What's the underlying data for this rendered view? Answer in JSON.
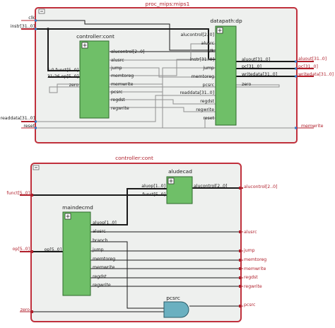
{
  "top": {
    "title": "proc_mips:mips1",
    "inputs": [
      "clk",
      "instr[31..0]",
      "readdata[31..0]",
      "reset"
    ],
    "outputs": [
      "aluout[31..0]",
      "pc[31..0]",
      "writedata[31..0]",
      "memwrite"
    ],
    "controller": {
      "title": "controller:cont",
      "ins": [
        "5:0 funct[5..0]",
        "31:26 op[5..0]",
        "zero"
      ],
      "outs": [
        "alucontrol[2..0]",
        "alusrc",
        "jump",
        "memtoreg",
        "memwrite",
        "pcsrc",
        "regdst",
        "regwrite"
      ]
    },
    "datapath": {
      "title": "datapath:dp",
      "ins": [
        "alucontrol[2..0]",
        "alusrc",
        "clk",
        "instr[31..0]",
        "jump",
        "memtoreg",
        "pcsrc",
        "readdata[31..0]",
        "regdst",
        "regwrite",
        "reset"
      ],
      "outs": [
        "aluout[31..0]",
        "pc[31..0]",
        "writedata[31..0]",
        "zero"
      ]
    }
  },
  "bottom": {
    "title": "controller:cont",
    "inputs": [
      "funct[5..0]",
      "op[5..0]",
      "zero"
    ],
    "outputs": [
      "alucontrol[2..0]",
      "alusrc",
      "jump",
      "memtoreg",
      "memwrite",
      "regdst",
      "regwrite",
      "pcsrc"
    ],
    "aludecad": {
      "title": "aludecad",
      "ins": [
        "aluop[1..0]",
        "funct[5..0]"
      ],
      "outs": [
        "alucontrol[2..0]"
      ]
    },
    "maindecmd": {
      "title": "maindecmd",
      "ins": [
        "op[5..0]"
      ],
      "outs": [
        "aluop[1..0]",
        "alusrc",
        "branch",
        "jump",
        "memtoreg",
        "memwrite",
        "regdst",
        "regwrite"
      ]
    },
    "gate": {
      "title": "pcsrc"
    }
  },
  "colors": {
    "frame": "#c0303c",
    "block": "#6fbf68",
    "wire": "#1a1a1a",
    "gate": "#6ab0c0"
  }
}
